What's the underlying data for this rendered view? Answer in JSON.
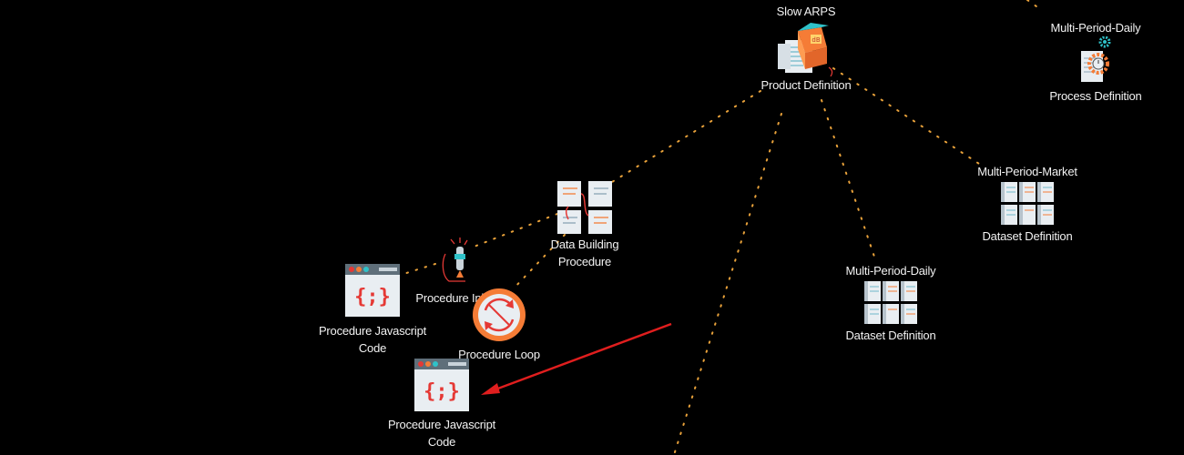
{
  "nodes": {
    "slow_arps": {
      "title": "Slow ARPS",
      "type": "Product Definition"
    },
    "mpd_process": {
      "title": "Multi-Period-Daily",
      "type": "Process Definition"
    },
    "mpm_dataset": {
      "title": "Multi-Period-Market",
      "type": "Dataset Definition"
    },
    "mpd_dataset": {
      "title": "Multi-Period-Daily",
      "type": "Dataset Definition"
    },
    "data_building": {
      "type_line1": "Data Building",
      "type_line2": "Procedure"
    },
    "proc_init": {
      "type": "Procedure Initiali"
    },
    "proc_js_1": {
      "type_line1": "Procedure Javascript",
      "type_line2": "Code"
    },
    "proc_loop": {
      "type": "Procedure Loop"
    },
    "proc_js_2": {
      "type_line1": "Procedure Javascript",
      "type_line2": "Code"
    }
  },
  "colors": {
    "background": "#000000",
    "edge": "#e8a13a",
    "arrow": "#e01e1e",
    "icon_red": "#e53935",
    "icon_orange": "#f57c36"
  }
}
